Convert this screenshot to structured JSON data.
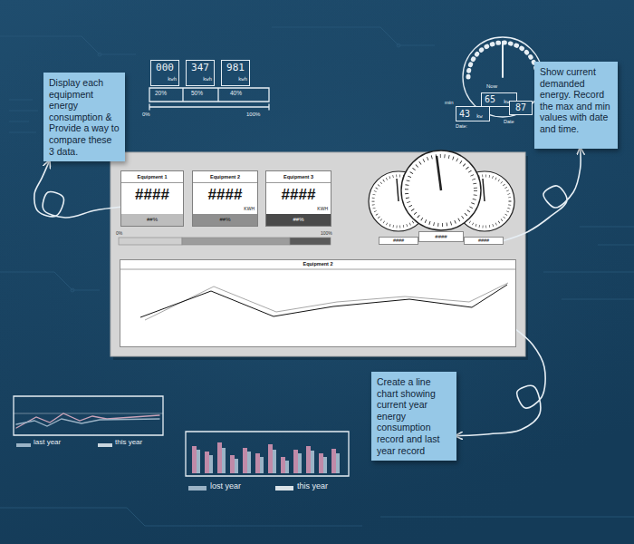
{
  "diagram": {
    "nodes": [
      {
        "text": [
          "Display each equipment energy consumption & Provide a way to compare these 3 data."
        ]
      },
      {
        "text": [
          "000",
          "kwh"
        ]
      },
      {
        "text": [
          "347",
          "kwh"
        ]
      },
      {
        "text": [
          "981",
          "kwh"
        ]
      },
      {
        "text": [
          "Show current demanded energy. Record the max and min values with date and time."
        ]
      },
      {
        "text": [
          "65",
          "kw"
        ]
      },
      {
        "text": [
          "43",
          "kw"
        ]
      },
      {
        "text": [
          "87"
        ]
      },
      {
        "text": [
          "Equipment 1",
          "####",
          "##%"
        ]
      },
      {
        "text": [
          "Equipment 2",
          "####",
          "KWH",
          "##%"
        ]
      },
      {
        "text": [
          "Equipment 3",
          "####",
          "KWH",
          "##%"
        ]
      },
      {
        "text": [
          "####"
        ]
      },
      {
        "text": [
          "####"
        ]
      },
      {
        "text": [
          "####"
        ]
      },
      {
        "text": [
          "Equipment 2"
        ]
      },
      {
        "text": [
          "Create a line chart showing current year energy consumption record and last year record"
        ]
      },
      {
        "text": [
          "last year",
          "this year"
        ]
      },
      {
        "text": [
          "lost year",
          "this year"
        ]
      }
    ],
    "edges": [
      {
        "from": 8,
        "to": 0,
        "arrow": "to"
      },
      {
        "from": 13,
        "to": 4,
        "arrow": "to"
      },
      {
        "from": 14,
        "to": 15,
        "arrow": "to"
      }
    ],
    "labels": [
      "20%",
      "50%",
      "40%",
      "0%",
      "100%",
      "min",
      "Now",
      "Date:",
      "Date",
      "0%",
      "100%"
    ]
  }
}
